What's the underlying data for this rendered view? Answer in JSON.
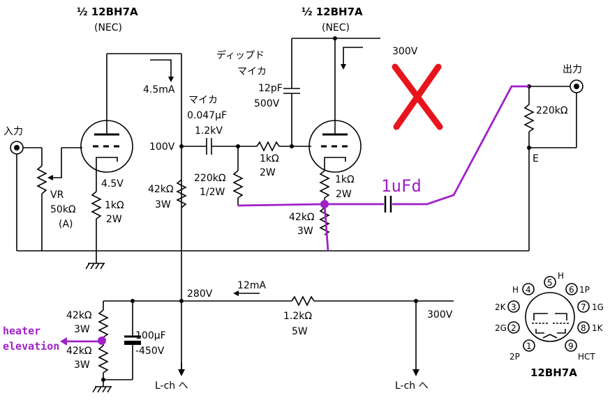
{
  "tubes": {
    "v1_title": "½ 12BH7A",
    "v1_maker": "(NEC)",
    "v2_title": "½ 12BH7A",
    "v2_maker": "(NEC)"
  },
  "labels": {
    "input": "入力",
    "output": "出力",
    "current_v1": "4.5mA",
    "mica_title": "マイカ",
    "cap_coupling": "0.047μF",
    "cap_coupling_v": "1.2kV",
    "dipped_line1": "ディップド",
    "dipped_line2": "マイカ",
    "cap_12p": "12pF",
    "cap_12p_v": "500V",
    "b_300_top": "300V",
    "v_100": "100V",
    "r_grid_stop": "1kΩ",
    "r_grid_stop_w": "2W",
    "r_grid_leak": "220kΩ",
    "r_grid_leak_w": "1/2W",
    "r_out": "220kΩ",
    "earth": "E",
    "r_plate_v1": "42kΩ",
    "r_plate_v1_w": "3W",
    "v_cathode": "4.5V",
    "vr_name": "VR",
    "vr_value": "50kΩ",
    "vr_taper": "(A)",
    "r_k1": "1kΩ",
    "r_k1_w": "2W",
    "r_k2": "1kΩ",
    "r_k2_w": "2W",
    "r_k2_lower": "42kΩ",
    "r_k2_lower_w": "3W",
    "v_280": "280V",
    "current_12": "12mA",
    "r_supply": "1.2kΩ",
    "r_supply_w": "5W",
    "b_300_bottom": "300V",
    "r_div_top": "42kΩ",
    "r_div_top_w": "3W",
    "r_div_bot": "42kΩ",
    "r_div_bot_w": "3W",
    "cap_filter": "100μF",
    "cap_filter_v": "-450V",
    "lch_left": "L-ch へ",
    "lch_right": "L-ch へ"
  },
  "annotations": {
    "heater_line1": "heater",
    "heater_line2": "elevation",
    "cap_added": "1uFd"
  },
  "pinout": {
    "title": "12BH7A",
    "pins": [
      "1",
      "2",
      "3",
      "4",
      "5",
      "6",
      "7",
      "8",
      "9"
    ],
    "pin_labels": [
      "2P",
      "2G",
      "2K",
      "H",
      "H",
      "1P",
      "1G",
      "1K",
      "HCT"
    ]
  },
  "colors": {
    "wire": "#000000",
    "annotation": "#a020c8",
    "cross": "#e8141c",
    "background": "#ffffff"
  }
}
